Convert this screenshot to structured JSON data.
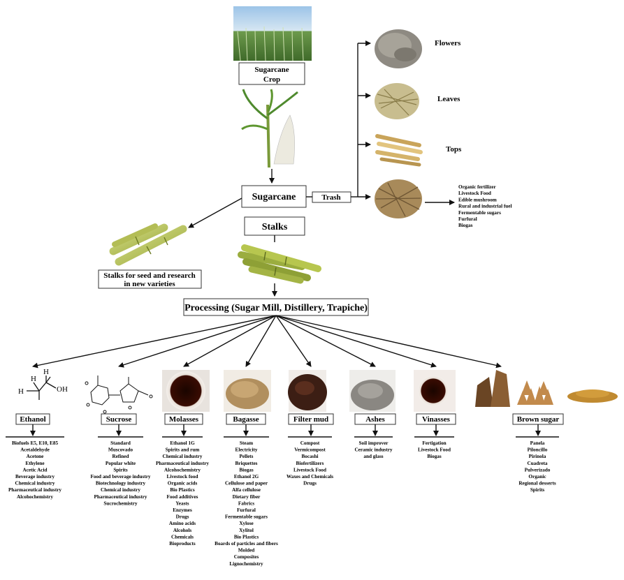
{
  "crop_box": [
    "Sugarcane",
    "Crop"
  ],
  "sugarcane_box": "Sugarcane",
  "stalks_box": "Stalks",
  "trash_box": "Trash",
  "seed_box": [
    "Stalks for seed and research",
    "in new varieties"
  ],
  "processing_box": "Processing (Sugar Mill, Distillery, Trapiche)",
  "trash_parts": [
    "Flowers",
    "Leaves",
    "Tops"
  ],
  "trash_uses": [
    "Organic fertilizer",
    "Livestock Food",
    "Edible mushroom",
    "Rural and industrial fuel",
    "Fermentable sugars",
    "Furfural",
    "Biogas"
  ],
  "products": [
    {
      "label": "Ethanol",
      "items": [
        "Biofuels E5, E10, E85",
        "Acetaldehyde",
        "Acetone",
        "Ethylene",
        "Acetic Acid",
        "Beverage industry",
        "Chemical industry",
        "Pharmaceutical industry",
        "Alcohochemistry"
      ]
    },
    {
      "label": "Sucrose",
      "items": [
        "Standard",
        "Muscovado",
        "Refined",
        "Popular white",
        "Spirits",
        "Food and beverage industry",
        "Biotechnology industry",
        "Chemical industry",
        "Pharmaceutical industry",
        "Sucrochemistry"
      ]
    },
    {
      "label": "Molasses",
      "items": [
        "Ethanol 1G",
        "Spirits and rum",
        "Chemical industry",
        "Pharmaceutical industry",
        "Alcohochemistry",
        "Livestock food",
        "Organic acids",
        "Bio Plastics",
        "Food additives",
        "Yeasts",
        "Enzymes",
        "Drugs",
        "Amino acids",
        "Alcohols",
        "Chemicals",
        "Bioproducts"
      ]
    },
    {
      "label": "Bagasse",
      "items": [
        "Steam",
        "Electricity",
        "Pellets",
        "Briquettes",
        "Biogas",
        "Ethanol 2G",
        "Cellulose and paper",
        "Alfa cellulose",
        "Dietary fiber",
        "Fabrics",
        "Furfural",
        "Fermentable sugars",
        "Xylose",
        "Xylitol",
        "Bio Plastics",
        "Boards of particles and fibers",
        "Molded",
        "Composites",
        "Lignochemistry"
      ]
    },
    {
      "label": "Filter mud",
      "items": [
        "Compost",
        "Vermicompost",
        "Bocashi",
        "Biofertilizers",
        "Livestock Food",
        "Waxes and Chemicals",
        "Drugs"
      ]
    },
    {
      "label": "Ashes",
      "items": [
        "Soil improver",
        "Ceramic industry",
        "and glass"
      ]
    },
    {
      "label": "Vinasses",
      "items": [
        "Fertigation",
        "Livestock Food",
        "Biogas"
      ]
    },
    {
      "label": "Brown sugar",
      "items": [
        "Panela",
        "Piloncillo",
        "Pirinola",
        "Cuadreta",
        "Pulverizado",
        "Organic",
        "Regional desserts",
        "Spirits"
      ]
    }
  ],
  "ethanol_atoms": [
    "H",
    "H",
    "H",
    "OH"
  ],
  "colors": {
    "bg": "#ffffff",
    "line": "#111111",
    "box_stroke": "#333333"
  }
}
